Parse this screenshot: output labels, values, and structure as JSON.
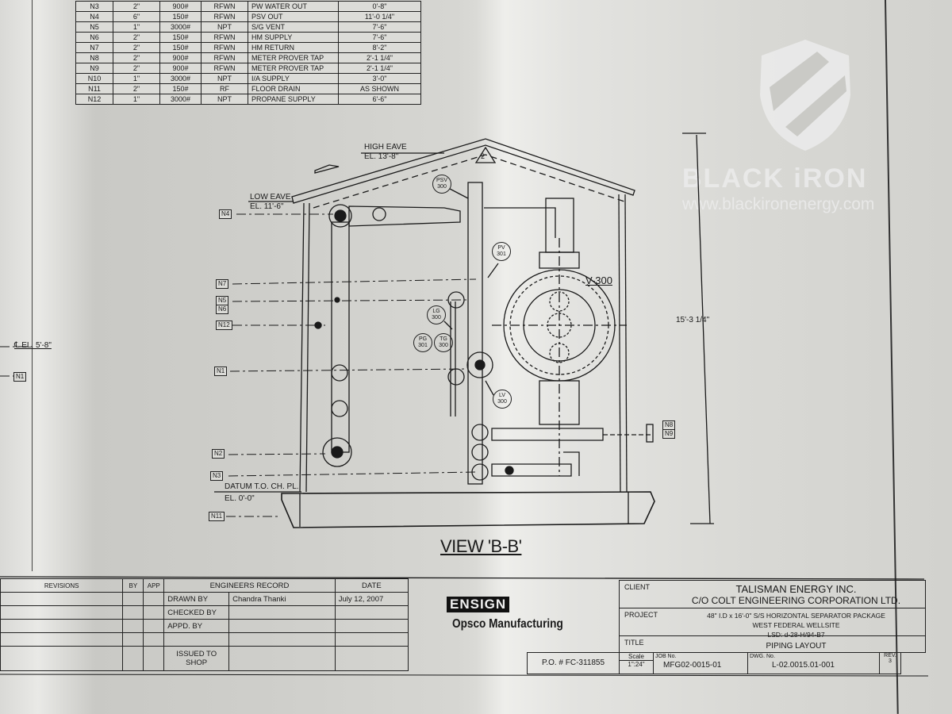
{
  "nozzle_schedule": {
    "rows": [
      {
        "mark": "N3",
        "size": "2\"",
        "rating": "900#",
        "facing": "RFWN",
        "service": "PW WATER OUT",
        "elevation": "0'-8\""
      },
      {
        "mark": "N4",
        "size": "6\"",
        "rating": "150#",
        "facing": "RFWN",
        "service": "PSV OUT",
        "elevation": "11'-0 1/4\""
      },
      {
        "mark": "N5",
        "size": "1\"",
        "rating": "3000#",
        "facing": "NPT",
        "service": "S/G VENT",
        "elevation": "7'-6\""
      },
      {
        "mark": "N6",
        "size": "2\"",
        "rating": "150#",
        "facing": "RFWN",
        "service": "HM SUPPLY",
        "elevation": "7'-6\""
      },
      {
        "mark": "N7",
        "size": "2\"",
        "rating": "150#",
        "facing": "RFWN",
        "service": "HM RETURN",
        "elevation": "8'-2\""
      },
      {
        "mark": "N8",
        "size": "2\"",
        "rating": "900#",
        "facing": "RFWN",
        "service": "METER PROVER TAP",
        "elevation": "2'-1 1/4\""
      },
      {
        "mark": "N9",
        "size": "2\"",
        "rating": "900#",
        "facing": "RFWN",
        "service": "METER PROVER TAP",
        "elevation": "2'-1 1/4\""
      },
      {
        "mark": "N10",
        "size": "1\"",
        "rating": "3000#",
        "facing": "NPT",
        "service": "I/A SUPPLY",
        "elevation": "3'-0\""
      },
      {
        "mark": "N11",
        "size": "2\"",
        "rating": "150#",
        "facing": "RF",
        "service": "FLOOR DRAIN",
        "elevation": "AS SHOWN"
      },
      {
        "mark": "N12",
        "size": "1\"",
        "rating": "3000#",
        "facing": "NPT",
        "service": "PROPANE SUPPLY",
        "elevation": "6'-6\""
      }
    ]
  },
  "watermark": {
    "brand": "BLACK iRON",
    "url": "www.blackironenergy.com",
    "icon": "shield-logo-icon"
  },
  "drawing": {
    "high_eave": "HIGH EAVE",
    "high_eave_el": "EL. 13'-8\"",
    "low_eave": "LOW EAVE",
    "low_eave_el": "EL. 11'-6\"",
    "revision_triangle": "2",
    "centerline_el": "℄ EL. 5'-8\"",
    "datum": "DATUM T.O. CH. PL.",
    "datum_el": "EL. 0'-0\"",
    "overall_height": "15'-3 1/4\"",
    "vessel": "V-300",
    "view_title": "VIEW 'B-B'",
    "nozzle_tags": {
      "n4": "N4",
      "n7": "N7",
      "n5": "N5",
      "n6": "N6",
      "n12": "N12",
      "n1": "N1",
      "n1_left": "N1",
      "n2": "N2",
      "n3": "N3",
      "n11": "N11",
      "n8": "N8",
      "n9": "N9"
    },
    "instruments": [
      {
        "id": "psv",
        "l1": "PSV",
        "l2": "300"
      },
      {
        "id": "pv",
        "l1": "PV",
        "l2": "301"
      },
      {
        "id": "lg",
        "l1": "LG",
        "l2": "300"
      },
      {
        "id": "pg",
        "l1": "PG",
        "l2": "301"
      },
      {
        "id": "tg",
        "l1": "TG",
        "l2": "300"
      },
      {
        "id": "lv",
        "l1": "LV",
        "l2": "300"
      }
    ]
  },
  "title_block": {
    "revisions_header": "REVISIONS",
    "by_header": "BY",
    "app_header": "APP",
    "engineers_record_header": "ENGINEERS RECORD",
    "date_header": "DATE",
    "records": [
      {
        "role": "DRAWN BY",
        "name": "Chandra Thanki",
        "date": "July 12, 2007"
      },
      {
        "role": "CHECKED BY",
        "name": "",
        "date": ""
      },
      {
        "role": "APPD. BY",
        "name": "",
        "date": ""
      },
      {
        "role": "",
        "name": "",
        "date": ""
      },
      {
        "role": "ISSUED TO SHOP",
        "name": "",
        "date": ""
      }
    ],
    "company_logo": "ENSIGN",
    "company_name": "Opsco Manufacturing",
    "client_label": "CLIENT",
    "client_line1": "TALISMAN ENERGY INC.",
    "client_line2": "C/O COLT ENGINEERING CORPORATION LTD.",
    "project_label": "PROJECT",
    "project_line1": "48\" I.D x 16'-0\" S/S HORIZONTAL SEPARATOR PACKAGE",
    "project_line2": "WEST FEDERAL WELLSITE",
    "project_line3": "LSD: d-28-H/94-B7",
    "title_label": "TITLE",
    "title_value": "PIPING LAYOUT",
    "po": "P.O. # FC-311855",
    "scale_label": "Scale",
    "scale_value": "1\":24\"",
    "job_label": "JOB No.",
    "job_value": "MFG02-0015-01",
    "dwg_label": "DWG. No.",
    "dwg_value": "L-02.0015.01-001",
    "rev_label": "REV.",
    "rev_value": "3"
  }
}
